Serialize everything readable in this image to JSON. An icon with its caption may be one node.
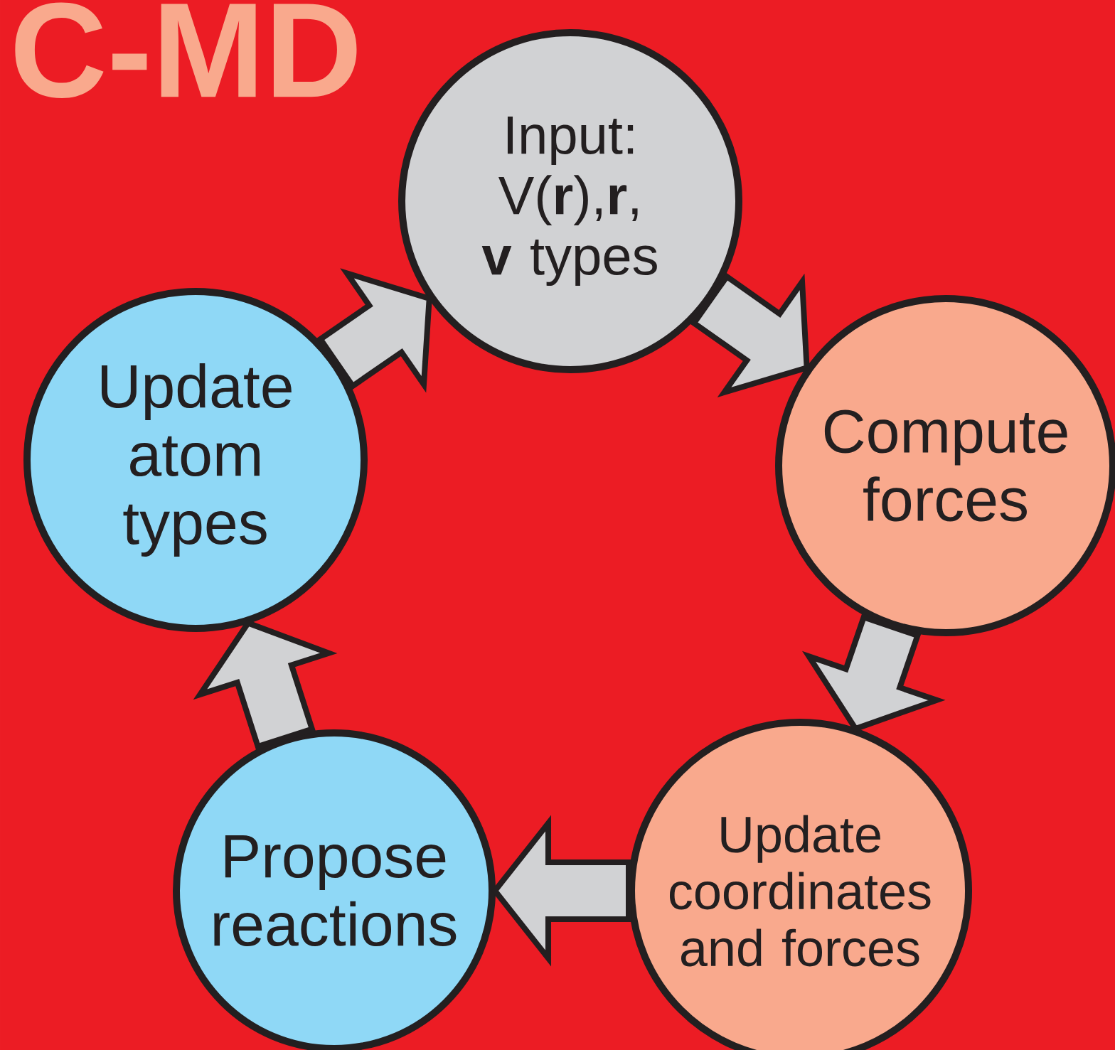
{
  "diagram": {
    "title": "C-MD",
    "nodes": [
      {
        "text": [
          "Input: V(**r**),**r**, **v** types"
        ]
      },
      {
        "text": [
          "Compute forces"
        ]
      },
      {
        "text": [
          "Update coordinates and forces"
        ]
      },
      {
        "text": [
          "Propose reactions"
        ]
      },
      {
        "text": [
          "Update atom types"
        ]
      }
    ],
    "edges": [
      {
        "from": 0,
        "to": 1,
        "arrow": "to"
      },
      {
        "from": 1,
        "to": 2,
        "arrow": "to"
      },
      {
        "from": 2,
        "to": 3,
        "arrow": "to"
      },
      {
        "from": 3,
        "to": 4,
        "arrow": "to"
      },
      {
        "from": 4,
        "to": 0,
        "arrow": "to"
      }
    ]
  }
}
